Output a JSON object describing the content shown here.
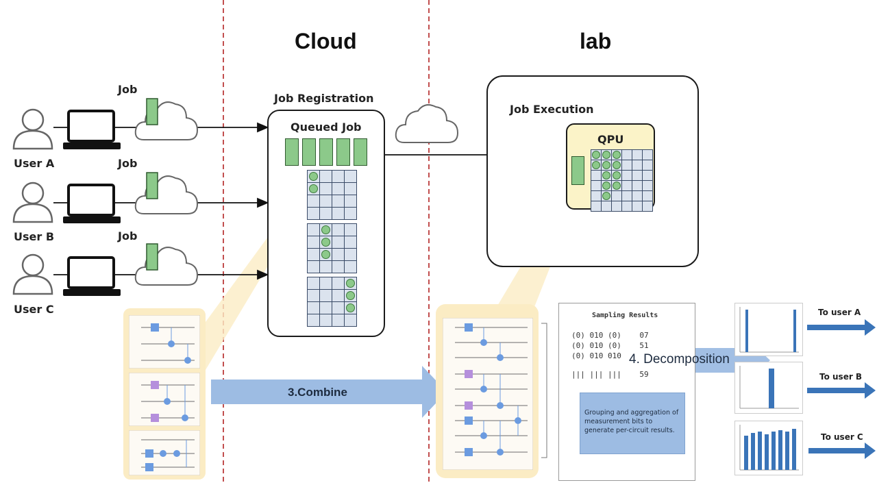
{
  "headings": {
    "cloud": "Cloud",
    "lab": "lab"
  },
  "users": [
    {
      "label": "User A",
      "job_label": "Job"
    },
    {
      "label": "User B",
      "job_label": "Job"
    },
    {
      "label": "User C",
      "job_label": "Job"
    }
  ],
  "registration": {
    "title": "Job Registration",
    "queued_label": "Queued Job"
  },
  "execution": {
    "title": "Job Execution",
    "qpu_label": "QPU"
  },
  "arrows": {
    "combine": "3.Combine",
    "decomposition": "4. Decomposition"
  },
  "sampling": {
    "title": "Sampling Results",
    "rows": [
      "(0) 010 (0)    07",
      "(0) 010 (0)    51",
      "(0) 010 010",
      "||| ||| |||    59"
    ],
    "note": "Grouping and aggregation of measurement bits to generate per-circuit results."
  },
  "outputs": [
    {
      "label": "To user A"
    },
    {
      "label": "To user B"
    },
    {
      "label": "To user C"
    }
  ],
  "colors": {
    "job_green": "#8cc98a",
    "grid_blue": "#dbe3ee",
    "arrow_blue": "#9dbce3",
    "highlight": "#fbecc4",
    "divider": "#b22222"
  },
  "icons": {
    "user": "user-icon",
    "laptop": "laptop-icon",
    "cloud": "cloud-icon"
  }
}
